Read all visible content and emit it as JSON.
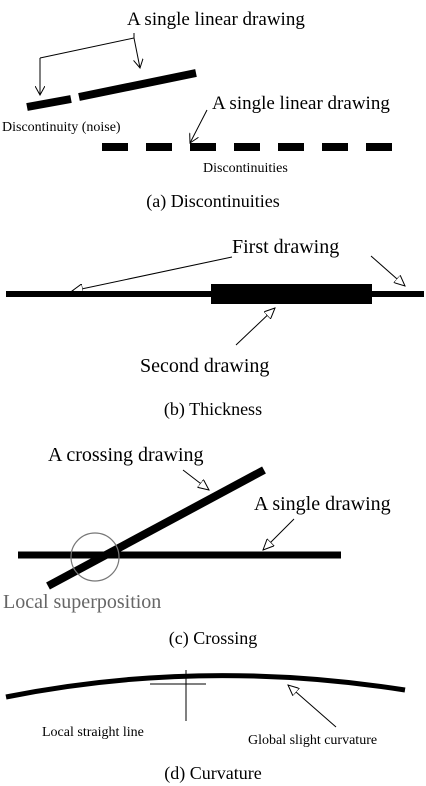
{
  "panels": {
    "a": {
      "caption": "(a)  Discontinuities",
      "label_top": "A single linear drawing",
      "label_noise": "Discontinuity (noise)",
      "label_right": "A single linear drawing",
      "label_disc": "Discontinuities"
    },
    "b": {
      "caption": "(b)  Thickness",
      "label_first": "First drawing",
      "label_second": "Second drawing"
    },
    "c": {
      "caption": "(c)  Crossing",
      "label_crossing": "A crossing drawing",
      "label_single": "A single drawing",
      "label_local": "Local superposition"
    },
    "d": {
      "caption": "(d)  Curvature",
      "label_local": "Local straight line",
      "label_global": "Global slight curvature"
    }
  },
  "colors": {
    "ink": "#000000",
    "annotation_gray": "#666666"
  }
}
